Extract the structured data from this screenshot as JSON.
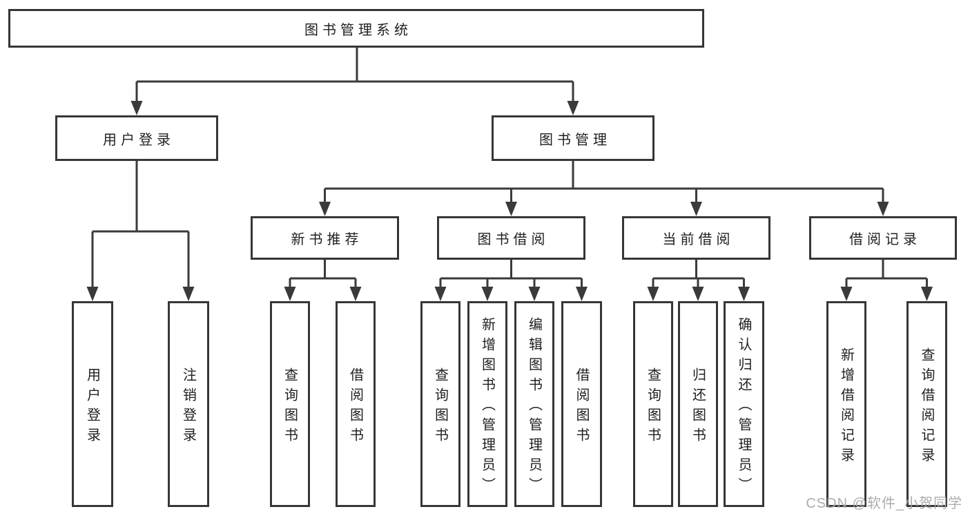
{
  "nodes": {
    "root": "图书管理系统",
    "user_login": "用户登录",
    "book_mgmt": "图书管理",
    "new_book_rec": "新书推荐",
    "book_borrow": "图书借阅",
    "current_borrow": "当前借阅",
    "borrow_records": "借阅记录",
    "user_login_leaf": "用户登录",
    "logout": "注销登录",
    "nbr_query": "查询图书",
    "nbr_borrow": "借阅图书",
    "bb_query": "查询图书",
    "bb_add": "新增图书（管理员）",
    "bb_edit": "编辑图书（管理员）",
    "bb_borrow": "借阅图书",
    "cb_query": "查询图书",
    "cb_return": "归还图书",
    "cb_confirm": "确认归还（管理员）",
    "br_add": "新增借阅记录",
    "br_query": "查询借阅记录"
  },
  "edges": [
    [
      "root",
      "user_login"
    ],
    [
      "root",
      "book_mgmt"
    ],
    [
      "user_login",
      "user_login_leaf"
    ],
    [
      "user_login",
      "logout"
    ],
    [
      "book_mgmt",
      "new_book_rec"
    ],
    [
      "book_mgmt",
      "book_borrow"
    ],
    [
      "book_mgmt",
      "current_borrow"
    ],
    [
      "book_mgmt",
      "borrow_records"
    ],
    [
      "new_book_rec",
      "nbr_query"
    ],
    [
      "new_book_rec",
      "nbr_borrow"
    ],
    [
      "book_borrow",
      "bb_query"
    ],
    [
      "book_borrow",
      "bb_add"
    ],
    [
      "book_borrow",
      "bb_edit"
    ],
    [
      "book_borrow",
      "bb_borrow"
    ],
    [
      "current_borrow",
      "cb_query"
    ],
    [
      "current_borrow",
      "cb_return"
    ],
    [
      "current_borrow",
      "cb_confirm"
    ],
    [
      "borrow_records",
      "br_add"
    ],
    [
      "borrow_records",
      "br_query"
    ]
  ],
  "watermark": "CSDN @软件_小贺同学",
  "colors": {
    "line": "#3a3a3a",
    "border": "#363636",
    "text": "#1f1f1f",
    "watermark": "#a8a8a8",
    "background": "#ffffff"
  }
}
